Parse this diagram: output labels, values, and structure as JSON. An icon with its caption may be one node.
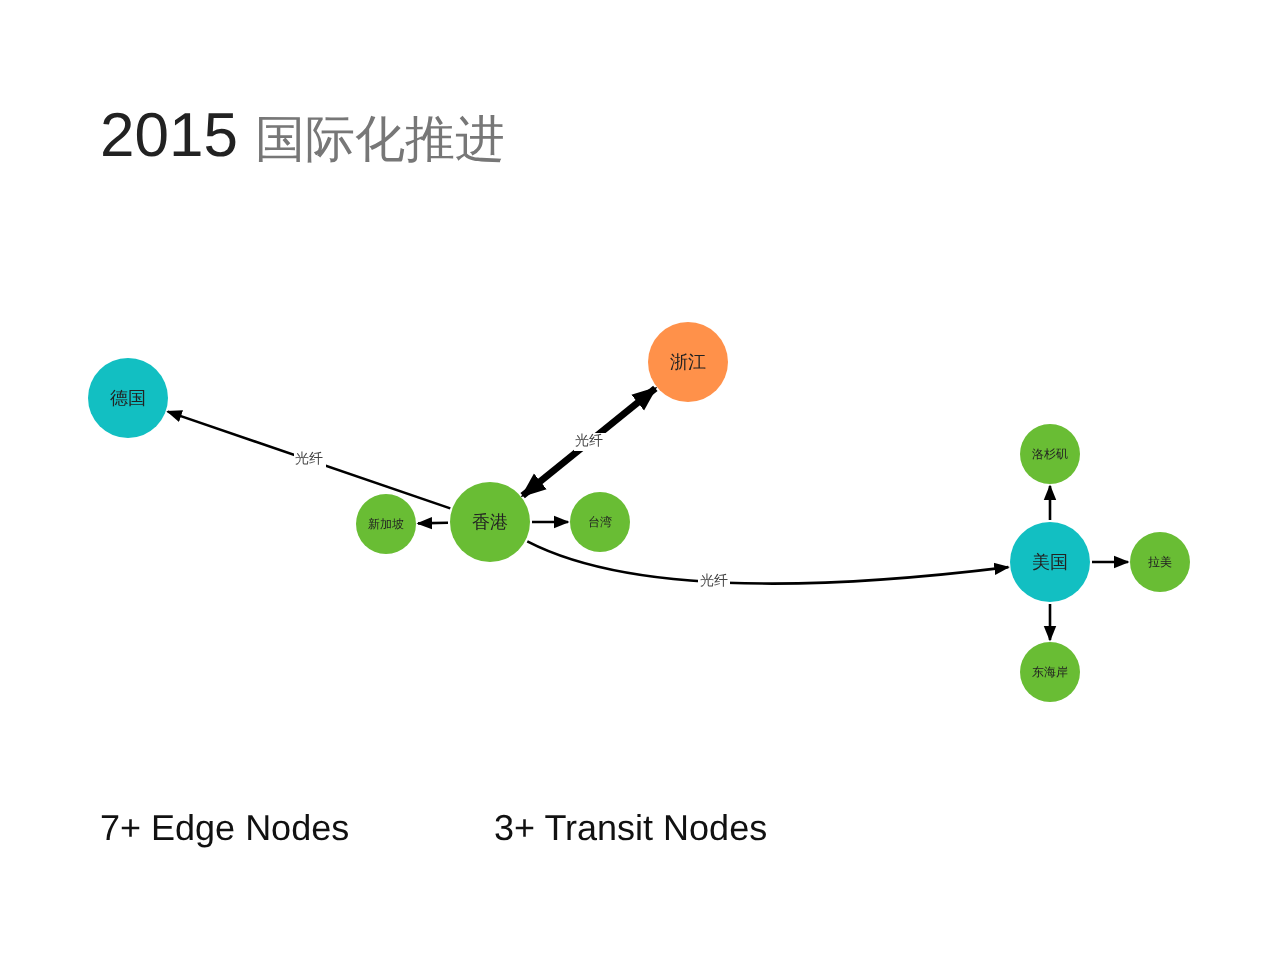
{
  "diagram": {
    "title": "2015 国际化推进",
    "nodes": [
      {
        "text": [
          "德国"
        ]
      },
      {
        "text": [
          "浙江"
        ]
      },
      {
        "text": [
          "新加坡"
        ]
      },
      {
        "text": [
          "香港"
        ]
      },
      {
        "text": [
          "台湾"
        ]
      },
      {
        "text": [
          "洛杉矶"
        ]
      },
      {
        "text": [
          "美国"
        ]
      },
      {
        "text": [
          "拉美"
        ]
      },
      {
        "text": [
          "东海岸"
        ]
      }
    ],
    "edges": [
      {
        "from": 3,
        "to": 0,
        "arrow": "to",
        "label": "光纤"
      },
      {
        "from": 3,
        "to": 1,
        "arrow": "both",
        "label": "光纤",
        "style": "thick"
      },
      {
        "from": 3,
        "to": 2,
        "arrow": "to"
      },
      {
        "from": 3,
        "to": 4,
        "arrow": "to"
      },
      {
        "from": 3,
        "to": 6,
        "arrow": "to",
        "label": "光纤"
      },
      {
        "from": 6,
        "to": 5,
        "arrow": "to"
      },
      {
        "from": 6,
        "to": 7,
        "arrow": "to"
      },
      {
        "from": 6,
        "to": 8,
        "arrow": "to"
      }
    ],
    "labels": [
      "7+ Edge Nodes",
      "3+ Transit Nodes"
    ]
  }
}
